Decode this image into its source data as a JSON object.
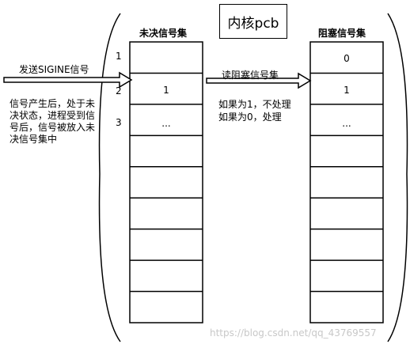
{
  "kernel_title": "内核pcb",
  "pending_set": {
    "title": "未决信号集",
    "row_numbers": [
      "1",
      "2",
      "3"
    ],
    "cells": [
      "",
      "1",
      "..."
    ]
  },
  "blocked_set": {
    "title": "阻塞信号集",
    "cells": [
      "0",
      "1",
      "..."
    ]
  },
  "send_arrow_label": "发送SIGINE信号",
  "send_description": [
    "信号产生后，处于未",
    "决状态，进程受到信",
    "号后，信号被放入未",
    "决信号集中"
  ],
  "read_arrow_label": "读阻塞信号集",
  "read_description": [
    "如果为1，不处理",
    "如果为0，处理"
  ],
  "watermark": "https://blog.csdn.net/qq_43769557"
}
